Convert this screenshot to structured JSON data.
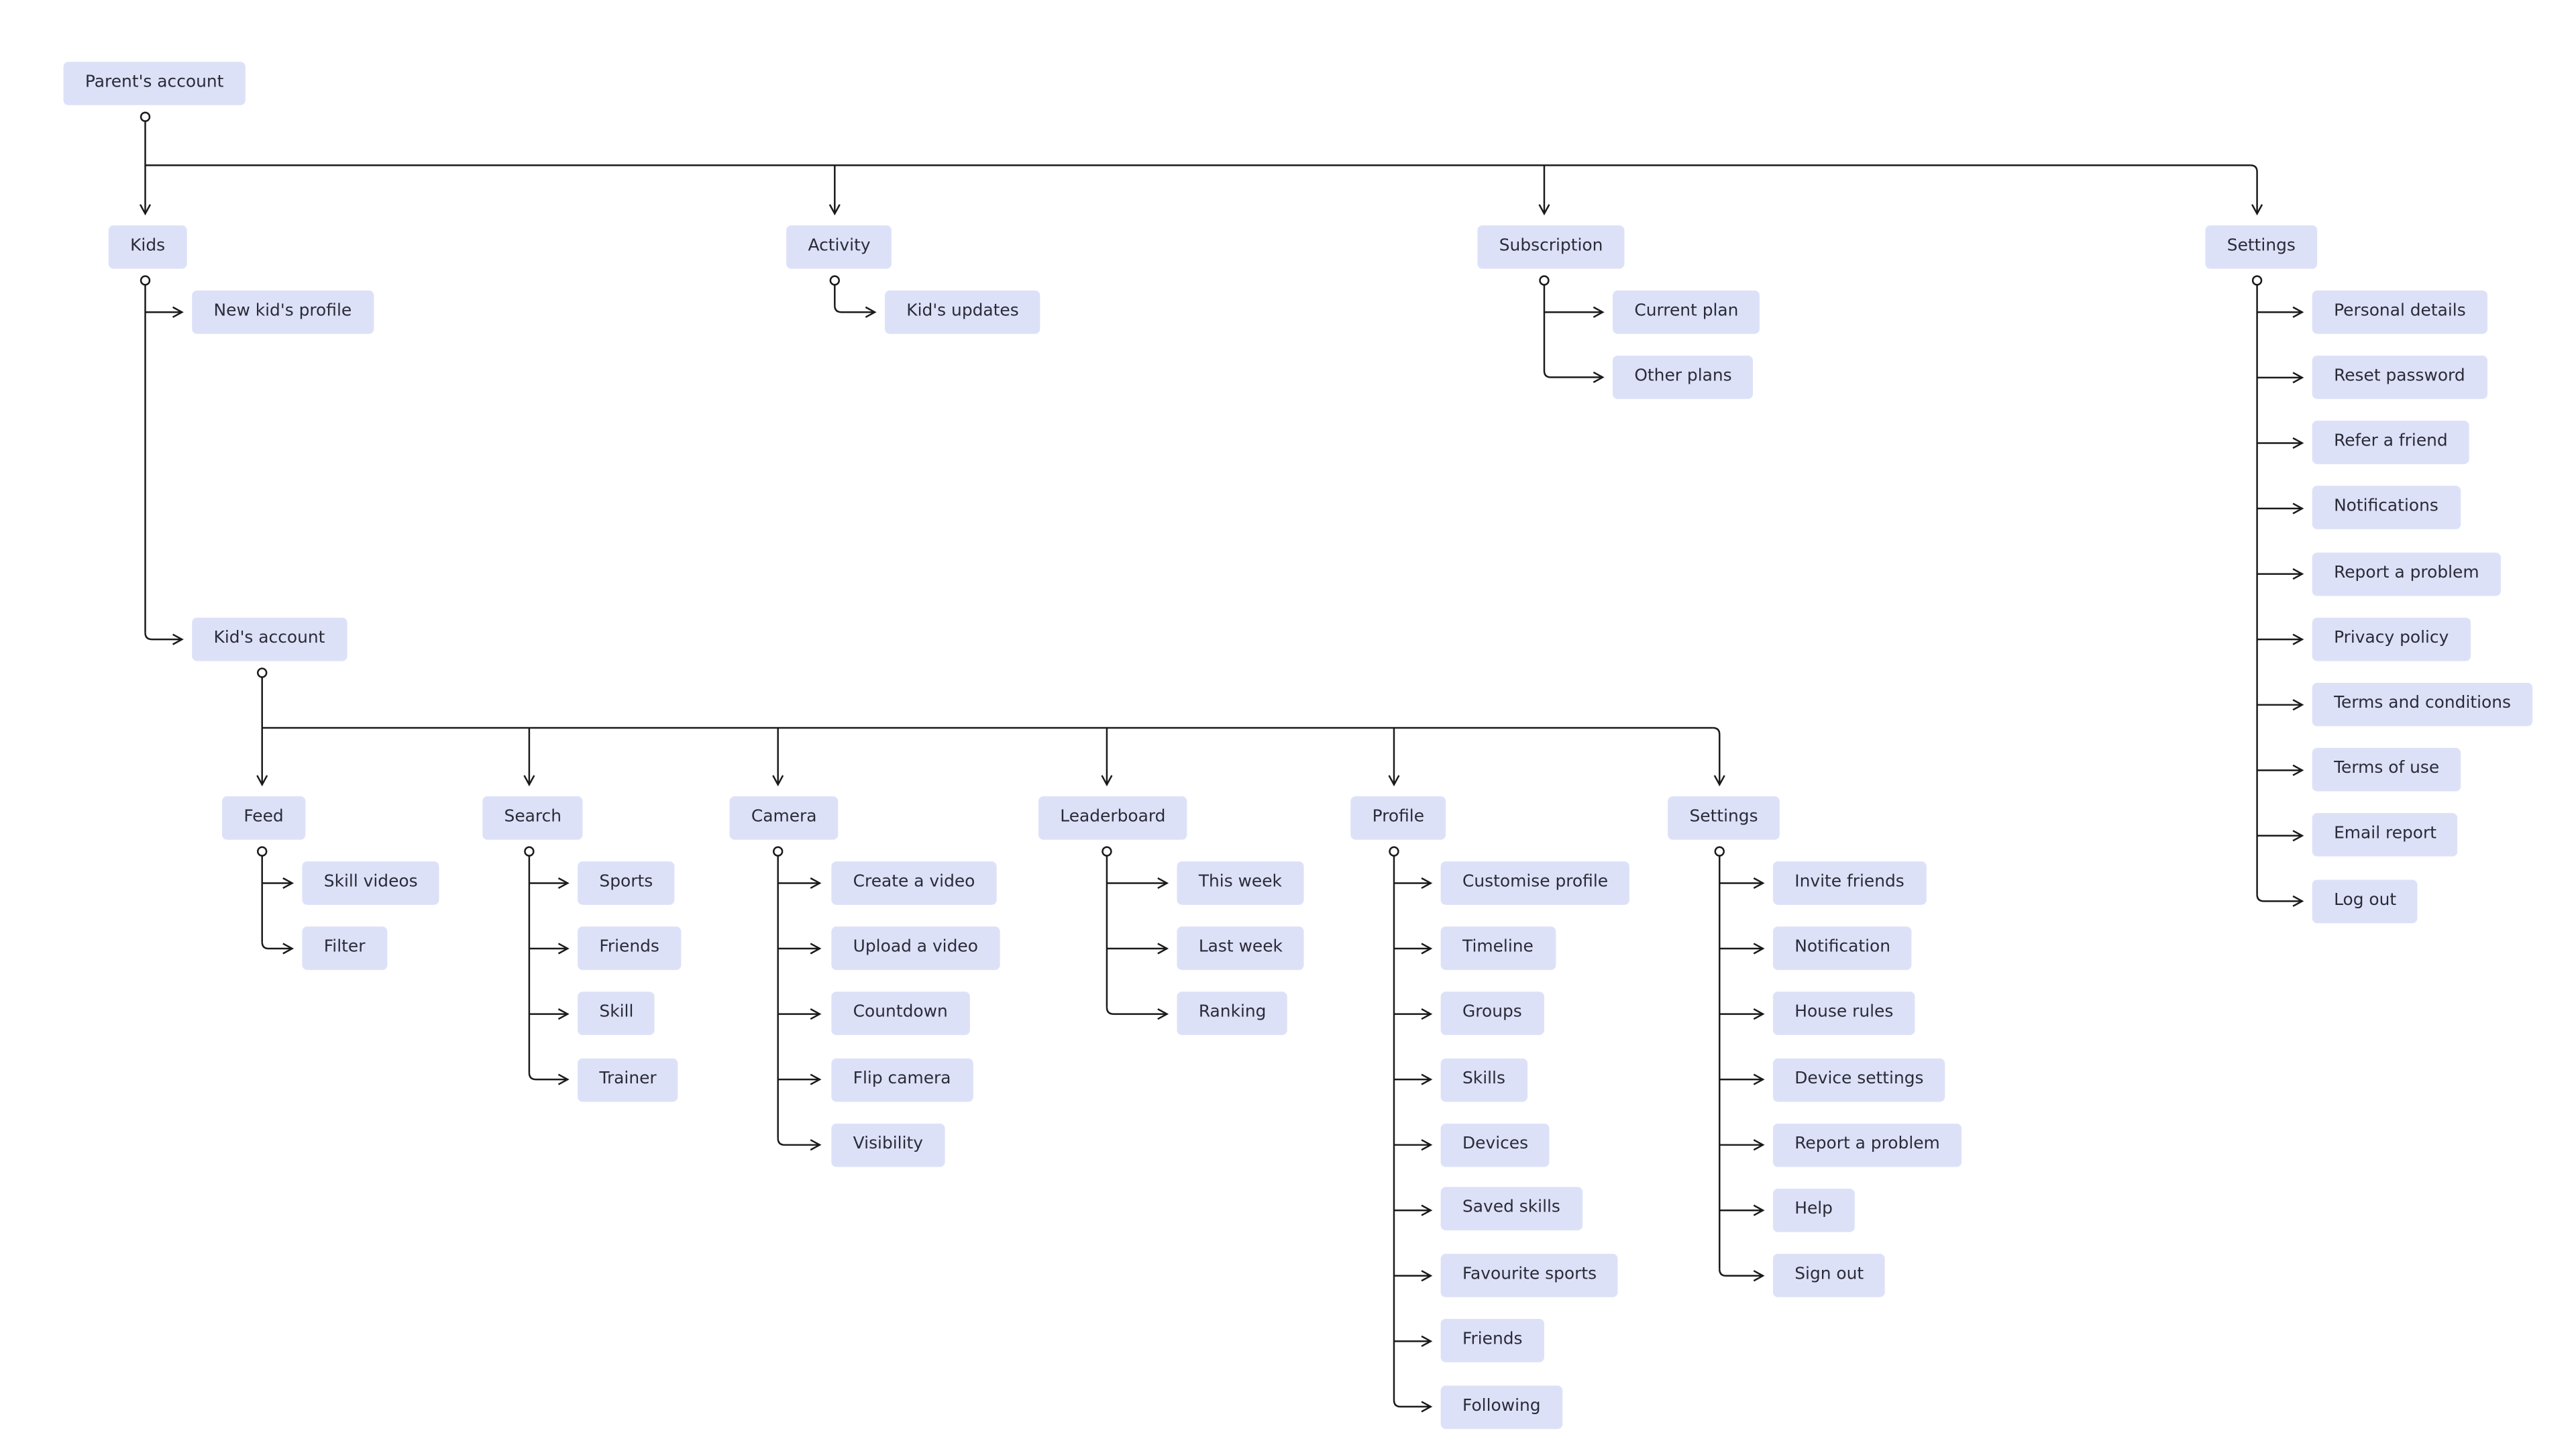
{
  "root": "Parent's account",
  "parent_sections": {
    "kids": {
      "label": "Kids",
      "children": [
        "New kid's profile",
        "Kid's account"
      ]
    },
    "activity": {
      "label": "Activity",
      "children": [
        "Kid's updates"
      ]
    },
    "subscription": {
      "label": "Subscription",
      "children": [
        "Current plan",
        "Other plans"
      ]
    },
    "settings": {
      "label": "Settings",
      "children": [
        "Personal details",
        "Reset password",
        "Refer a friend",
        "Notifications",
        "Report a problem",
        "Privacy policy",
        "Terms and conditions",
        "Terms of use",
        "Email report",
        "Log out"
      ]
    }
  },
  "kid_sections": {
    "feed": {
      "label": "Feed",
      "children": [
        "Skill videos",
        "Filter"
      ]
    },
    "search": {
      "label": "Search",
      "children": [
        "Sports",
        "Friends",
        "Skill",
        "Trainer"
      ]
    },
    "camera": {
      "label": "Camera",
      "children": [
        "Create a video",
        "Upload a video",
        "Countdown",
        "Flip camera",
        "Visibility"
      ]
    },
    "leaderboard": {
      "label": "Leaderboard",
      "children": [
        "This week",
        "Last week",
        "Ranking"
      ]
    },
    "profile": {
      "label": "Profile",
      "children": [
        "Customise profile",
        "Timeline",
        "Groups",
        "Skills",
        "Devices",
        "Saved skills",
        "Favourite sports",
        "Friends",
        "Following"
      ]
    },
    "settings": {
      "label": "Settings",
      "children": [
        "Invite friends",
        "Notification",
        "House rules",
        "Device settings",
        "Report a problem",
        "Help",
        "Sign out"
      ]
    }
  },
  "colors": {
    "node_fill": "#dde1f8",
    "node_text": "#2b2b38",
    "line": "#1a1a1a"
  }
}
